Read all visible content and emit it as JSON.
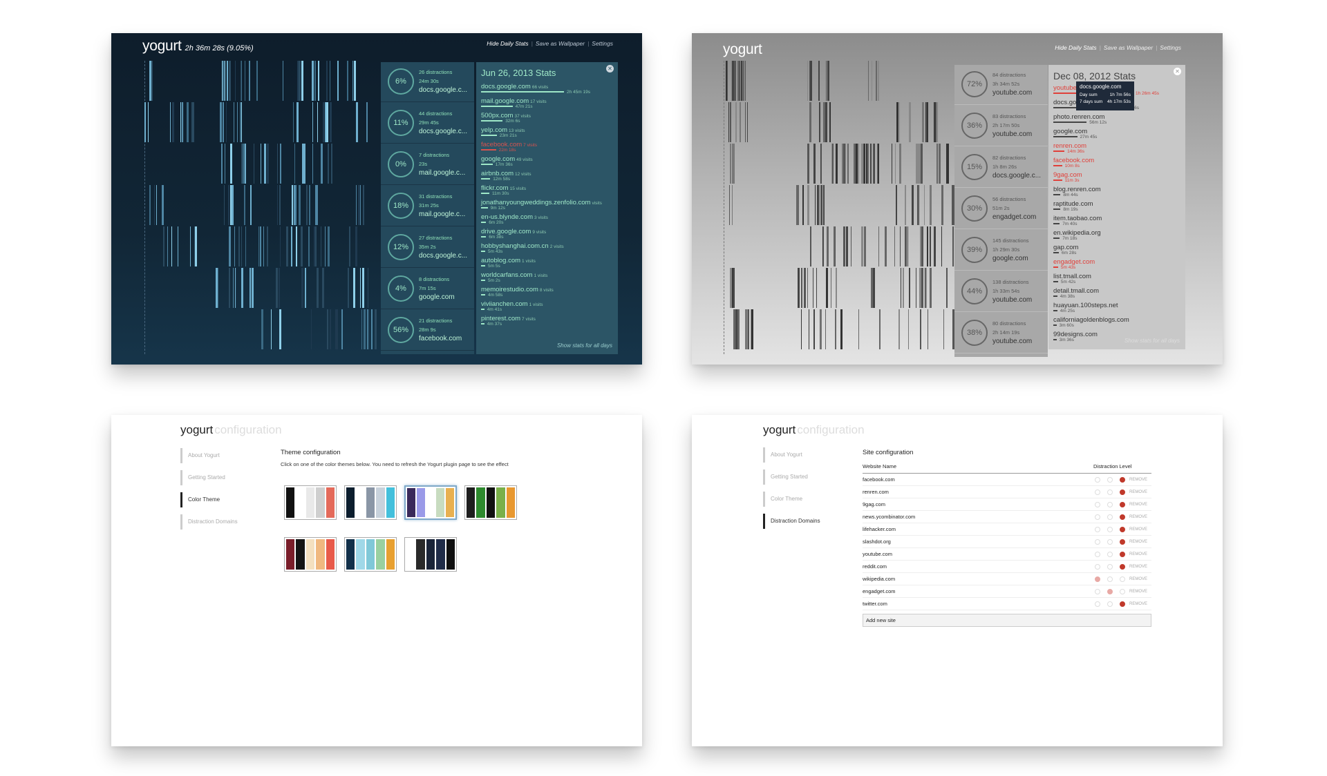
{
  "dark": {
    "logo": "yogurt",
    "total": "2h 36m 28s (9.05%)",
    "links": [
      "Hide Daily Stats",
      "Save as Wallpaper",
      "Settings"
    ],
    "rows": [
      {
        "pct": "6%",
        "distractions": "26 distractions",
        "time": "24m 30s",
        "site": "docs.google.c..."
      },
      {
        "pct": "11%",
        "distractions": "44 distractions",
        "time": "29m 45s",
        "site": "docs.google.c..."
      },
      {
        "pct": "0%",
        "distractions": "7 distractions",
        "time": "23s",
        "site": "mail.google.c..."
      },
      {
        "pct": "18%",
        "distractions": "31 distractions",
        "time": "31m 25s",
        "site": "mail.google.c..."
      },
      {
        "pct": "12%",
        "distractions": "27 distractions",
        "time": "35m 2s",
        "site": "docs.google.c..."
      },
      {
        "pct": "4%",
        "distractions": "8 distractions",
        "time": "7m 15s",
        "site": "google.com"
      },
      {
        "pct": "56%",
        "distractions": "21 distractions",
        "time": "28m 9s",
        "site": "facebook.com"
      }
    ],
    "stats_title": "Jun 26, 2013 Stats",
    "stats": [
      {
        "site": "docs.google.com",
        "visits": "66 visits",
        "time": "2h 45m 19s",
        "w": 1.0
      },
      {
        "site": "mail.google.com",
        "visits": "17 visits",
        "time": "47m 21s",
        "w": 0.38
      },
      {
        "site": "500px.com",
        "visits": "37 visits",
        "time": "32m 6s",
        "w": 0.26
      },
      {
        "site": "yelp.com",
        "visits": "13 visits",
        "time": "23m 21s",
        "w": 0.19
      },
      {
        "site": "facebook.com",
        "visits": "7 visits",
        "time": "22m 18s",
        "w": 0.18,
        "red": true
      },
      {
        "site": "google.com",
        "visits": "49 visits",
        "time": "17m 36s",
        "w": 0.14
      },
      {
        "site": "airbnb.com",
        "visits": "12 visits",
        "time": "12m 58s",
        "w": 0.11
      },
      {
        "site": "flickr.com",
        "visits": "15 visits",
        "time": "11m 30s",
        "w": 0.1
      },
      {
        "site": "jonathanyoungweddings.zenfolio.com",
        "visits": "visits",
        "time": "9m 12s",
        "w": 0.08
      },
      {
        "site": "en-us.blynde.com",
        "visits": "3 visits",
        "time": "6m 20s",
        "w": 0.06
      },
      {
        "site": "drive.google.com",
        "visits": "9 visits",
        "time": "6m 38s",
        "w": 0.06
      },
      {
        "site": "hobbyshanghai.com.cn",
        "visits": "2 visits",
        "time": "5m 43s",
        "w": 0.05
      },
      {
        "site": "autoblog.com",
        "visits": "1 visits",
        "time": "5m 5s",
        "w": 0.05
      },
      {
        "site": "worldcarfans.com",
        "visits": "1 visits",
        "time": "5m 2s",
        "w": 0.05
      },
      {
        "site": "memoirestudio.com",
        "visits": "8 visits",
        "time": "4m 58s",
        "w": 0.05
      },
      {
        "site": "viviianchen.com",
        "visits": "1 visits",
        "time": "4m 41s",
        "w": 0.04
      },
      {
        "site": "pinterest.com",
        "visits": "7 visits",
        "time": "4m 37s",
        "w": 0.04
      }
    ],
    "foot": "Show stats for all days"
  },
  "gray": {
    "logo": "yogurt",
    "links": [
      "Hide Daily Stats",
      "Save as Wallpaper",
      "Settings"
    ],
    "rows": [
      {
        "pct": "72%",
        "distractions": "84 distractions",
        "time": "3h 34m 52s",
        "site": "youtube.com"
      },
      {
        "pct": "36%",
        "distractions": "83 distractions",
        "time": "2h 17m 50s",
        "site": "youtube.com"
      },
      {
        "pct": "15%",
        "distractions": "82 distractions",
        "time": "1h 8m 26s",
        "site": "docs.google.c..."
      },
      {
        "pct": "30%",
        "distractions": "56 distractions",
        "time": "51m 2s",
        "site": "engadget.com"
      },
      {
        "pct": "39%",
        "distractions": "145 distractions",
        "time": "1h 29m 30s",
        "site": "google.com"
      },
      {
        "pct": "44%",
        "distractions": "138 distractions",
        "time": "1h 33m 54s",
        "site": "youtube.com"
      },
      {
        "pct": "38%",
        "distractions": "80 distractions",
        "time": "2h 14m 19s",
        "site": "youtube.com"
      }
    ],
    "stats_title": "Dec 08, 2012 Stats",
    "stats": [
      {
        "site": "youtube.com",
        "visits": "",
        "time": "1h 26m 45s",
        "w": 1.0,
        "red": true
      },
      {
        "site": "docs.google.com",
        "visits": "",
        "time": "1h 7m 56s",
        "w": 0.78
      },
      {
        "site": "photo.renren.com",
        "visits": "",
        "time": "56m 12s",
        "w": 0.42
      },
      {
        "site": "google.com",
        "visits": "",
        "time": "27m 45s",
        "w": 0.3
      },
      {
        "site": "renren.com",
        "visits": "",
        "time": "14m 36s",
        "w": 0.14,
        "red": true
      },
      {
        "site": "facebook.com",
        "visits": "",
        "time": "10m 8s",
        "w": 0.11,
        "red": true
      },
      {
        "site": "9gag.com",
        "visits": "",
        "time": "11m 3s",
        "w": 0.11,
        "red": true
      },
      {
        "site": "blog.renren.com",
        "visits": "",
        "time": "8m 44s",
        "w": 0.09
      },
      {
        "site": "raptitude.com",
        "visits": "",
        "time": "8m 19s",
        "w": 0.09
      },
      {
        "site": "item.taobao.com",
        "visits": "",
        "time": "7m 40s",
        "w": 0.08
      },
      {
        "site": "en.wikipedia.org",
        "visits": "",
        "time": "7m 18s",
        "w": 0.08
      },
      {
        "site": "gap.com",
        "visits": "",
        "time": "6m 28s",
        "w": 0.07
      },
      {
        "site": "engadget.com",
        "visits": "",
        "time": "5m 43s",
        "w": 0.06,
        "red": true
      },
      {
        "site": "list.tmall.com",
        "visits": "",
        "time": "5m 42s",
        "w": 0.06
      },
      {
        "site": "detail.tmall.com",
        "visits": "",
        "time": "4m 38s",
        "w": 0.05
      },
      {
        "site": "huayuan.100steps.net",
        "visits": "",
        "time": "4m 25s",
        "w": 0.05
      },
      {
        "site": "californiagoldenblogs.com",
        "visits": "",
        "time": "3m 60s",
        "w": 0.04
      },
      {
        "site": "99designs.com",
        "visits": "",
        "time": "3m 36s",
        "w": 0.04
      }
    ],
    "tooltip": {
      "site": "docs.google.com",
      "day_label": "Day sum",
      "day_value": "1h 7m 56s",
      "week_label": "7 days sum",
      "week_value": "4h 17m 53s"
    },
    "foot": "Show stats for all days"
  },
  "theme_config": {
    "logo": "yogurt",
    "logo_sub": "configuration",
    "nav": [
      "About Yogurt",
      "Getting Started",
      "Color Theme",
      "Distraction Domains"
    ],
    "active": 2,
    "title": "Theme configuration",
    "desc": "Click on one of the color themes below. You need to refresh the Yogurt plugin page to see the effect",
    "themes": [
      [
        "#111111",
        "#ffffff",
        "#e9e9e9",
        "#cfcfcf",
        "#e46a5a"
      ],
      [
        "#0c1e2e",
        "#ffffff",
        "#8a96a6",
        "#c8d2dc",
        "#43c0dc"
      ],
      [
        "#3a2a5a",
        "#9a9ae8",
        "#ffffff",
        "#c8dcc0",
        "#e8b050"
      ],
      [
        "#1e1e1e",
        "#2e8a2e",
        "#111111",
        "#7ab04a",
        "#e89830"
      ],
      [
        "#7a1e2a",
        "#151515",
        "#f4e0c0",
        "#f0b880",
        "#e85a4a"
      ],
      [
        "#12304a",
        "#a0d8e8",
        "#80c8d8",
        "#9ad0a0",
        "#e8a030"
      ],
      [
        "#ffffff",
        "#2a2a2a",
        "#1a2438",
        "#202c48",
        "#101010"
      ]
    ],
    "selected": 2
  },
  "site_config": {
    "logo": "yogurt",
    "logo_sub": "configuration",
    "nav": [
      "About Yogurt",
      "Getting Started",
      "Color Theme",
      "Distraction Domains"
    ],
    "active": 3,
    "title": "Site configuration",
    "col_site": "Website Name",
    "col_level": "Distraction Level",
    "remove_label": "REMOVE",
    "sites": [
      {
        "name": "facebook.com",
        "level": 3
      },
      {
        "name": "renren.com",
        "level": 3
      },
      {
        "name": "9gag.com",
        "level": 3
      },
      {
        "name": "news.ycombinator.com",
        "level": 3
      },
      {
        "name": "lifehacker.com",
        "level": 3
      },
      {
        "name": "slashdot.org",
        "level": 3
      },
      {
        "name": "youtube.com",
        "level": 3
      },
      {
        "name": "reddit.com",
        "level": 3
      },
      {
        "name": "wikipedia.com",
        "level": 1
      },
      {
        "name": "engadget.com",
        "level": 2
      },
      {
        "name": "twitter.com",
        "level": 3
      }
    ],
    "add_label": "Add new site"
  }
}
